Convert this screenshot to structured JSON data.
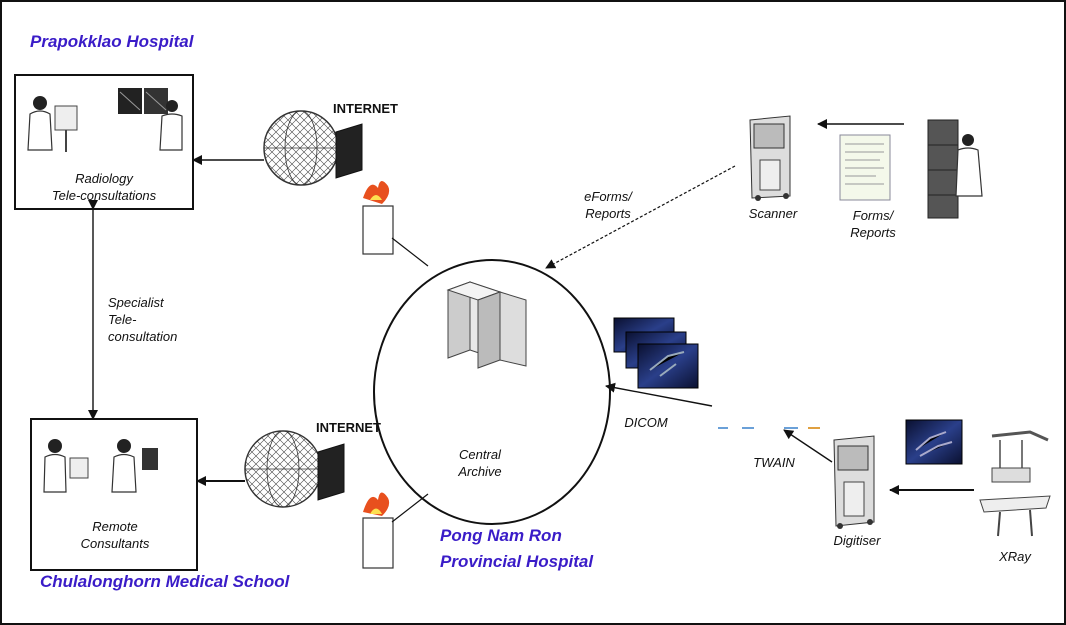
{
  "hospitals": {
    "prapokklao": "Prapokklao Hospital",
    "chulalongkorn": "Chulalonghorn Medical School",
    "pong_line1": "Pong Nam Ron",
    "pong_line2": "Provincial Hospital"
  },
  "nodes": {
    "radiology_line1": "Radiology",
    "radiology_line2": "Tele-consultations",
    "remote_line1": "Remote",
    "remote_line2": "Consultants",
    "internet_top": "INTERNET",
    "internet_bottom": "INTERNET",
    "central_line1": "Central",
    "central_line2": "Archive",
    "scanner": "Scanner",
    "forms_line1": "Forms/",
    "forms_line2": "Reports",
    "digitiser": "Digitiser",
    "xray": "XRay"
  },
  "edges": {
    "specialist_line1": "Specialist",
    "specialist_line2": "Tele-",
    "specialist_line3": "consultation",
    "eforms_line1": "eForms/",
    "eforms_line2": "Reports",
    "dicom": "DICOM",
    "twain": "TWAIN"
  },
  "colors": {
    "hospital_label": "#3a1cc8",
    "flame": "#e8501e",
    "xray_film": "#1a2a6a"
  }
}
